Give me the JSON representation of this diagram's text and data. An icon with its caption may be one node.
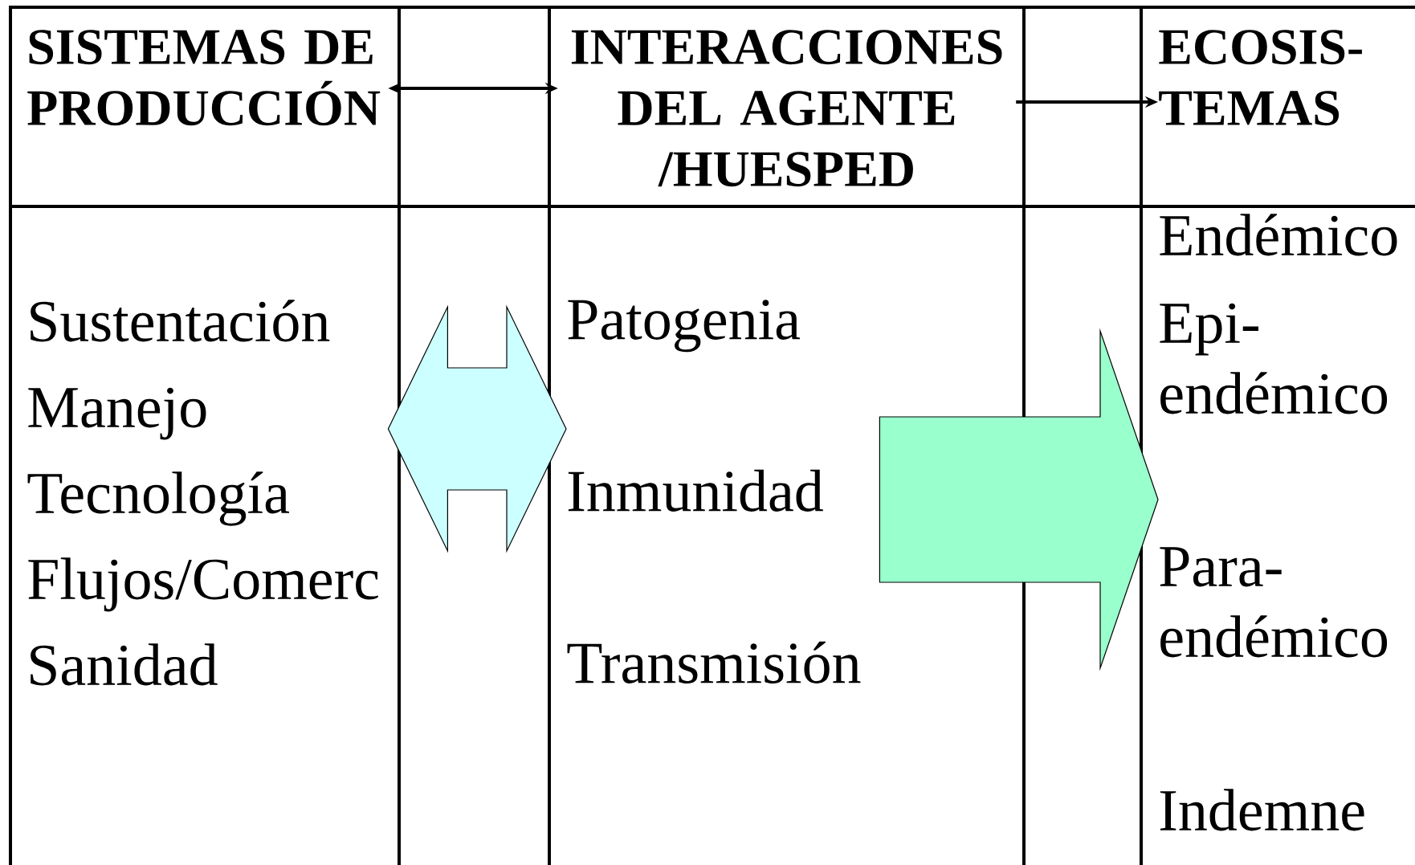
{
  "diagram": {
    "nodes": [
      {
        "text": [
          "SISTEMAS DE PRODUCCIÓN"
        ]
      },
      {
        "text": [
          "INTERACCIONES DEL AGENTE /HUESPED"
        ]
      },
      {
        "text": [
          "ECOSIS- TEMAS"
        ]
      },
      {
        "text": [
          "Sustentación",
          "Manejo",
          "Tecnología",
          "Flujos/Comerc",
          "Sanidad"
        ]
      },
      {
        "text": [
          "Patogenia",
          "Inmunidad",
          "Transmisión"
        ]
      },
      {
        "text": [
          "Endémico",
          "Epi- endémico",
          "Para- endémico",
          "Indemne"
        ]
      }
    ],
    "edges": [
      {
        "from": 0,
        "to": 1,
        "arrow": "both"
      },
      {
        "from": 1,
        "to": 2,
        "arrow": "to"
      },
      {
        "from": 3,
        "to": 4,
        "arrow": "both",
        "style": "thick",
        "color": "#ccffff"
      },
      {
        "from": 4,
        "to": 5,
        "arrow": "to",
        "style": "thick",
        "color": "#99ffcc"
      }
    ]
  }
}
